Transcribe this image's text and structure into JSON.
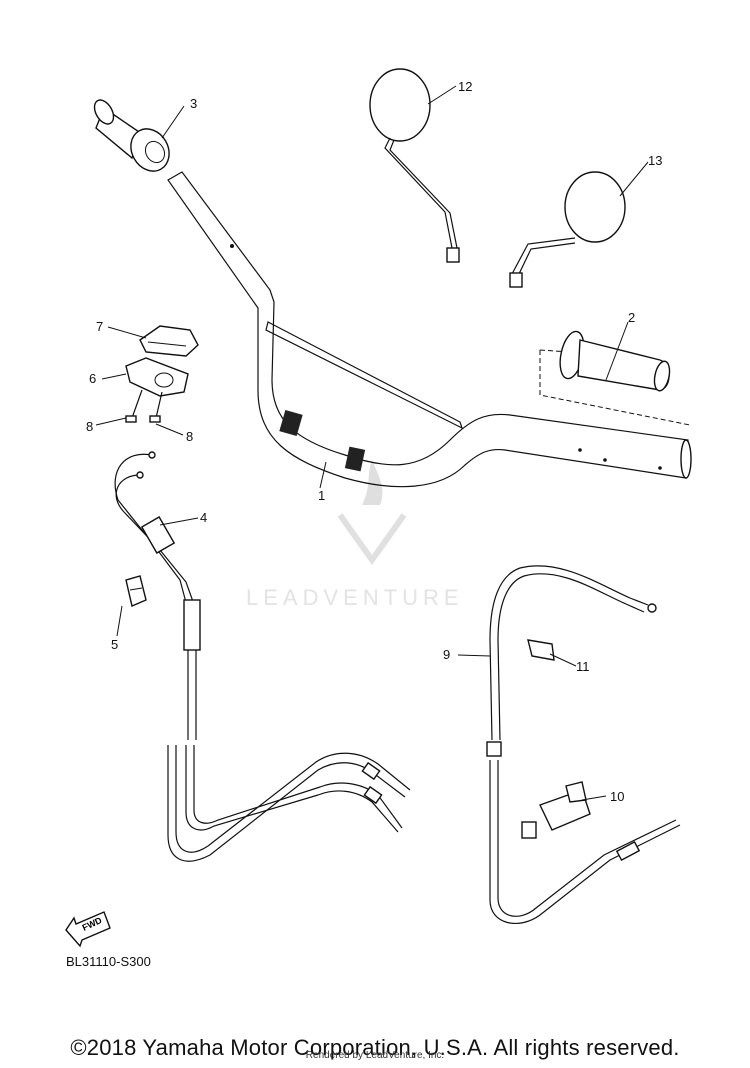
{
  "diagram": {
    "part_labels": {
      "p1": "1",
      "p2": "2",
      "p3": "3",
      "p4": "4",
      "p5": "5",
      "p6": "6",
      "p7": "7",
      "p8a": "8",
      "p8b": "8",
      "p9": "9",
      "p10": "10",
      "p11": "11",
      "p12": "12",
      "p13": "13"
    },
    "fwd_label": "FWD",
    "diagram_code": "BL31110-S300",
    "watermark": "LEADVENTURE"
  },
  "footer": {
    "copyright": "©2018 Yamaha Motor Corporation, U.S.A. All rights reserved.",
    "rendered_by": "Rendered by LeadVenture, Inc."
  }
}
